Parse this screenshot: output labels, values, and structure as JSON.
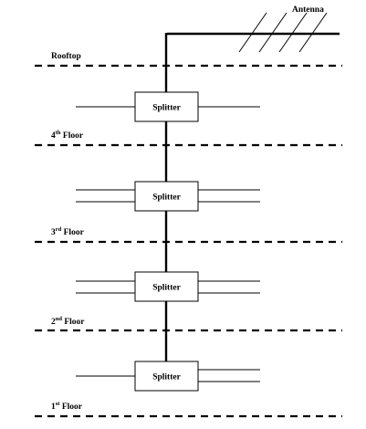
{
  "antenna": {
    "label": "Antenna"
  },
  "floors": [
    {
      "key": "rooftop",
      "label": "Rooftop"
    },
    {
      "key": "floor-4",
      "num": "4",
      "sup": "th",
      "word": " Floor"
    },
    {
      "key": "floor-3",
      "num": "3",
      "sup": "rd",
      "word": " Floor"
    },
    {
      "key": "floor-2",
      "num": "2",
      "sup": "nd",
      "word": " Floor"
    },
    {
      "key": "floor-1",
      "num": "1",
      "sup": "st",
      "word": " Floor"
    }
  ],
  "splitters": [
    {
      "label": "Splitter"
    },
    {
      "label": "Splitter"
    },
    {
      "label": "Splitter"
    },
    {
      "label": "Splitter"
    }
  ]
}
